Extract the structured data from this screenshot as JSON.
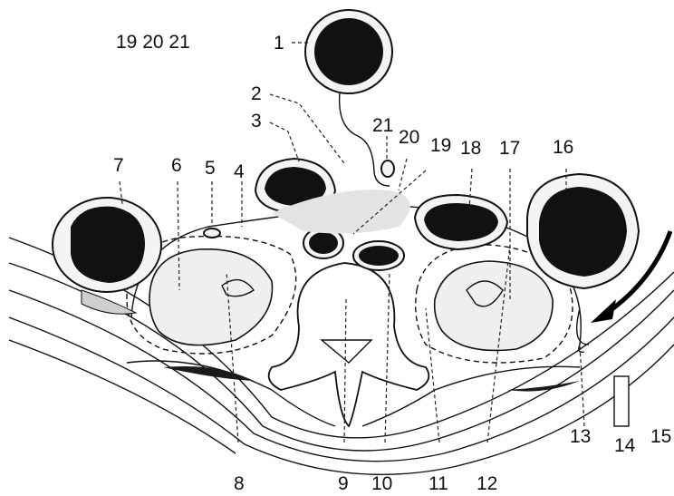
{
  "legend_header": "19 20 21",
  "labels": {
    "l1": "1",
    "l2": "2",
    "l3": "3",
    "l4": "4",
    "l5": "5",
    "l6": "6",
    "l7": "7",
    "l8": "8",
    "l9": "9",
    "l10": "10",
    "l11": "11",
    "l12": "12",
    "l13": "13",
    "l14": "14",
    "l15": "15",
    "l16": "16",
    "l17": "17",
    "l18": "18",
    "l19": "19",
    "l20": "20",
    "l21": "21"
  },
  "colors": {
    "ink": "#111111",
    "fill_light": "#efefef",
    "background": "#ffffff"
  }
}
